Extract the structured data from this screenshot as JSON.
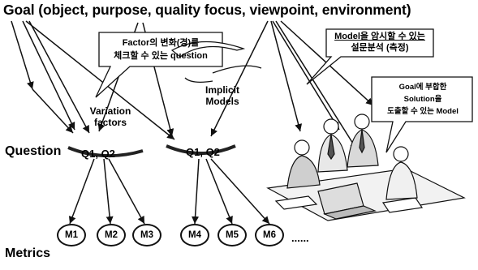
{
  "title": "Goal (object, purpose, quality focus, viewpoint, environment)",
  "row_labels": {
    "question": "Question",
    "metrics": "Metrics"
  },
  "question_groups": [
    "Q1, Q2",
    "Q1, Q2"
  ],
  "callouts": {
    "factor_line1": "Factor의 변화(경)를",
    "factor_line2": "체크할 수 있는  question",
    "model_line1": "Model을 암시할 수 있는",
    "model_line2": "설문분석 (측정)",
    "solution_line1": "Goal에 부합한",
    "solution_line2": "Solution을",
    "solution_line3": "도출할 수 있는 Model"
  },
  "annotations": {
    "variation_line1": "Variation",
    "variation_line2": "factors",
    "implicit_line1": "Implicit",
    "implicit_line2": "Models"
  },
  "metrics": [
    "M1",
    "M2",
    "M3",
    "M4",
    "M5",
    "M6"
  ],
  "more": "......",
  "illustration": "people-meeting-illustration"
}
